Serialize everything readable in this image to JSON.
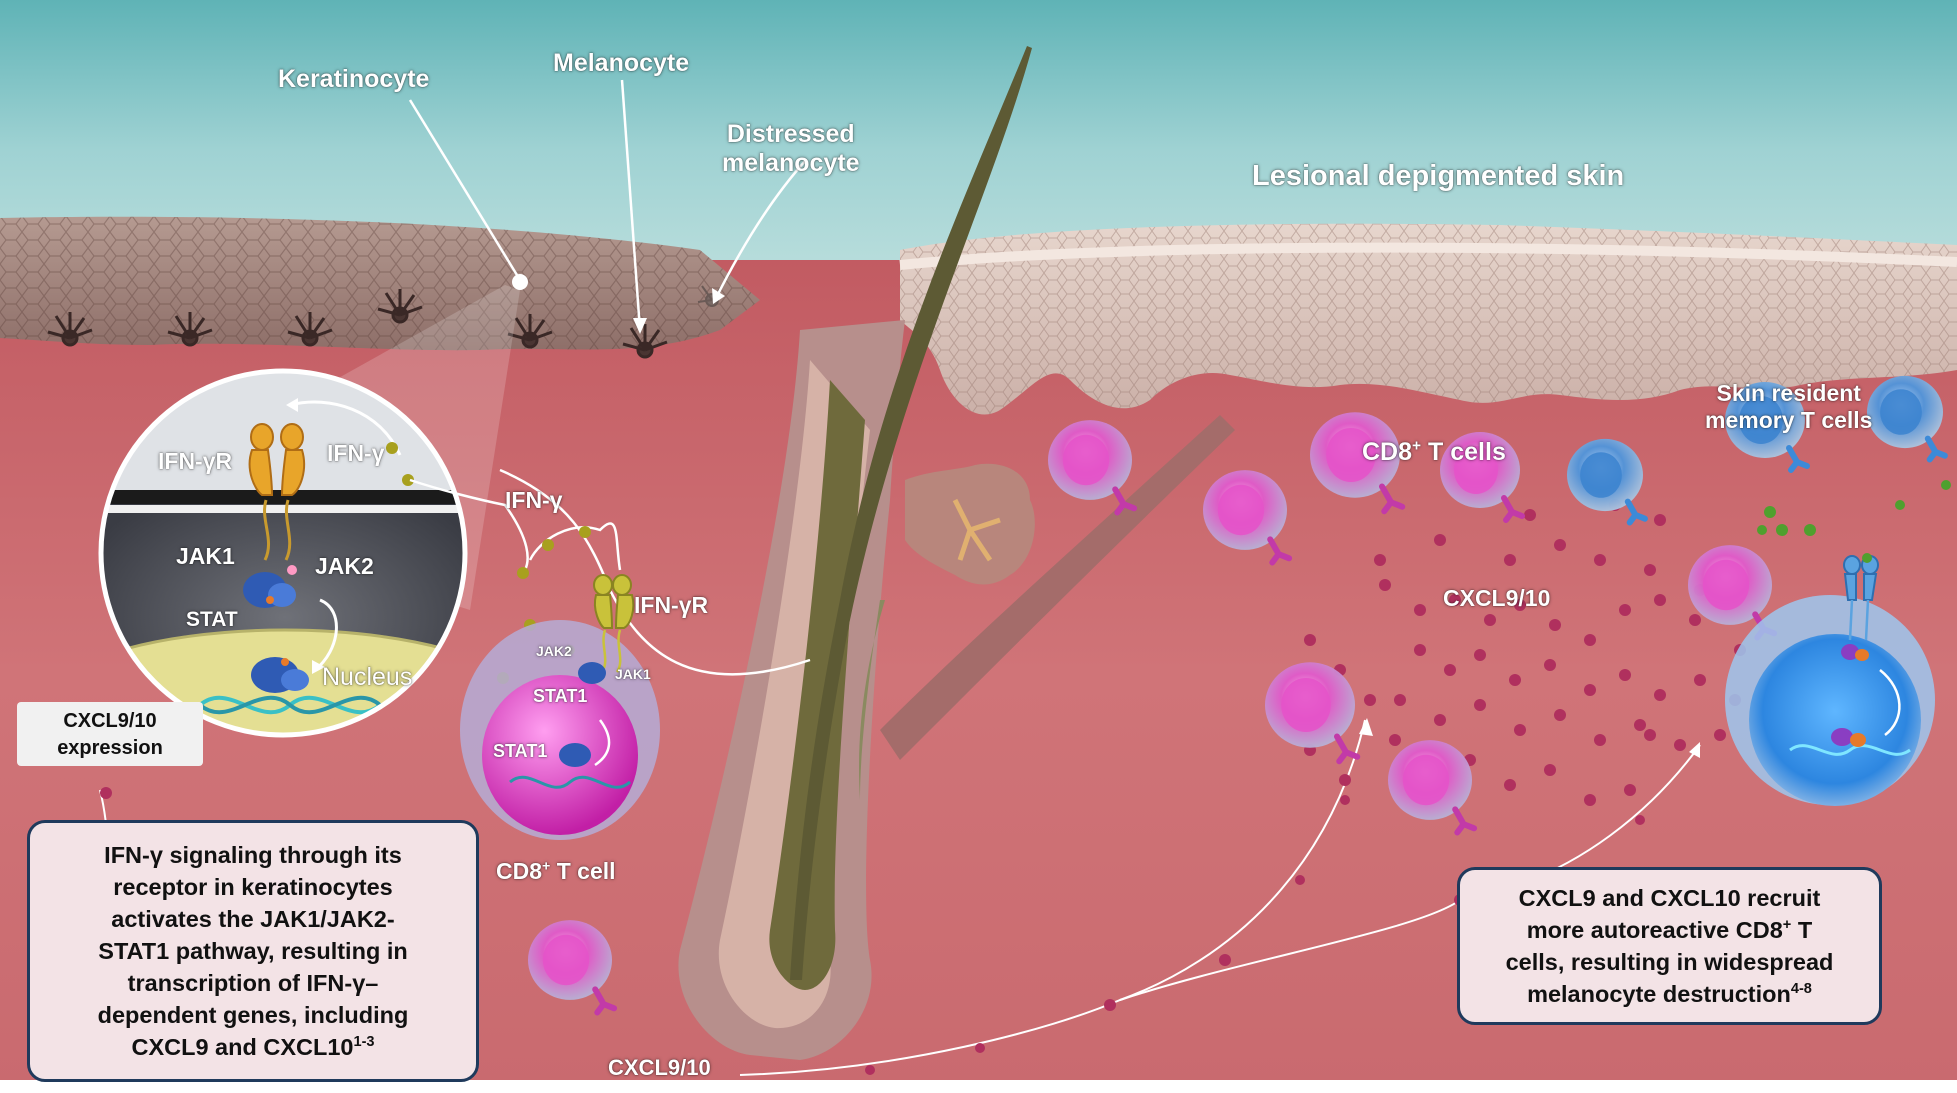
{
  "labels": {
    "keratinocyte": "Keratinocyte",
    "melanocyte": "Melanocyte",
    "distressed_line1": "Distressed",
    "distressed_line2": "melanocyte",
    "lesional": "Lesional depigmented skin",
    "ifngr_inset": "IFN-γR",
    "ifng_inset": "IFN-γ",
    "jak1_inset": "JAK1",
    "jak2_inset": "JAK2",
    "stat_inset": "STAT",
    "nucleus": "Nucleus",
    "ifng_mid": "IFN-γ",
    "ifngr_mid": "IFN-γR",
    "jak2_cell": "JAK2",
    "jak1_cell": "JAK1",
    "stat1_a": "STAT1",
    "stat1_b": "STAT1",
    "cd8_cell_base": "CD8",
    "cd8_cell_sup": "+",
    "cd8_cell_rest": " T cell",
    "cd8_cells_base": "CD8",
    "cd8_cells_sup": "+",
    "cd8_cells_rest": " T cells",
    "skin_resident_line1": "Skin resident",
    "skin_resident_line2": "memory T cells",
    "cxcl_right": "CXCL9/10",
    "cxcl_bottom": "CXCL9/10"
  },
  "expression_tag": {
    "line1": "CXCL9/10",
    "line2": "expression"
  },
  "left_box": {
    "line1": "IFN-γ signaling through its",
    "line2": "receptor in keratinocytes",
    "line3": "activates the JAK1/JAK2-",
    "line4": "STAT1 pathway, resulting in",
    "line5": "transcription of IFN-γ–",
    "line6": "dependent genes, including",
    "line7": "CXCL9 and CXCL10",
    "ref": "1-3"
  },
  "right_box": {
    "line1": "CXCL9 and CXCL10 recruit",
    "line2": "more autoreactive CD8",
    "line2_sup": "+",
    "line2_end": " T",
    "line3": "cells, resulting in widespread",
    "line4": "melanocyte destruction",
    "ref": "4-8"
  },
  "colors": {
    "sky": "#7fc4c6",
    "epidermis": "#a58d86",
    "dermis": "#d06f72",
    "tcell_magenta": "#d94fc0",
    "memory_blue": "#4a8fd6",
    "chemokine": "#b0305e",
    "ifng_dot": "#a8a01e",
    "box_border": "#1f3a5c"
  },
  "icons": [
    "receptor-icon",
    "jak-protein-icon",
    "dna-helix-icon",
    "hair-follicle-icon",
    "t-cell-icon",
    "chemokine-dot-icon"
  ]
}
